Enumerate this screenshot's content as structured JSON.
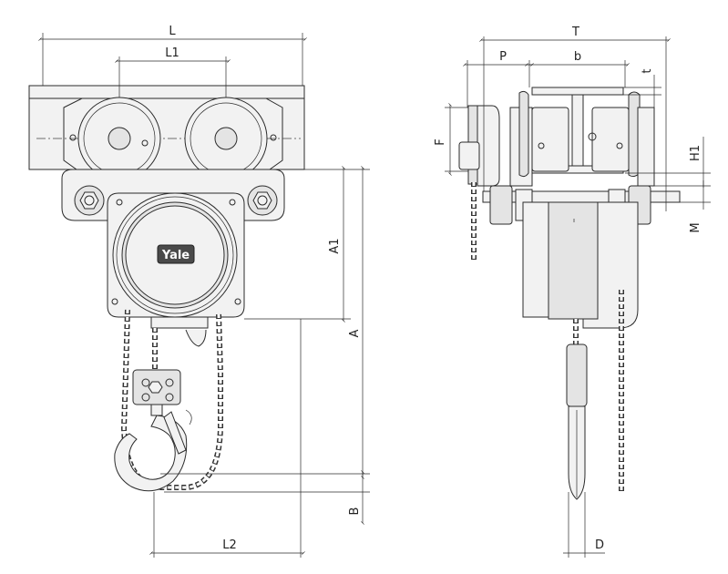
{
  "brand": "Yale",
  "dimensions": {
    "L": "L",
    "L1": "L1",
    "L2": "L2",
    "A": "A",
    "A1": "A1",
    "B": "B",
    "T": "T",
    "P": "P",
    "b": "b",
    "t": "t",
    "F": "F",
    "H1": "H1",
    "M": "M",
    "D": "D"
  }
}
